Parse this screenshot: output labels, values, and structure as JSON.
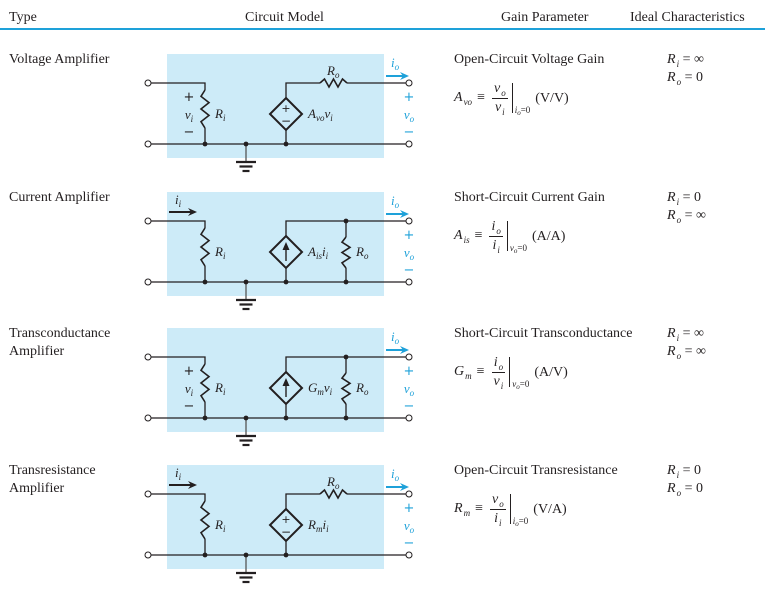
{
  "header": {
    "type": "Type",
    "circuit_model": "Circuit Model",
    "gain_parameter": "Gain Parameter",
    "ideal_characteristics": "Ideal Characteristics"
  },
  "colors": {
    "accent": "#1ea1d9",
    "panel": "#cdebf8",
    "ink": "#231f20"
  },
  "rows": [
    {
      "id": "voltage-amplifier",
      "type_lines": [
        "Voltage Amplifier",
        ""
      ],
      "gain_name": "Open-Circuit Voltage Gain",
      "formula": {
        "lhs": "A",
        "lhs_sub": "vo",
        "equiv": "≡",
        "num": "v",
        "num_sub": "o",
        "den": "v",
        "den_sub": "i",
        "cond": "i",
        "cond_sub": "o",
        "cond_eq": "=0",
        "units": "(V/V)"
      },
      "ideal": [
        {
          "sym": "R",
          "sub": "i",
          "rel": " = ∞"
        },
        {
          "sym": "R",
          "sub": "o",
          "rel": " = 0"
        }
      ],
      "circuit": {
        "input": "voltage",
        "input_label": {
          "plus": "+",
          "var": "v",
          "sub": "i",
          "minus": "−",
          "arrow": false
        },
        "ri": {
          "sym": "R",
          "sub": "i"
        },
        "source": {
          "kind": "voltage",
          "coef": "A",
          "coef_sub": "vo",
          "ctrl": "v",
          "ctrl_sub": "i",
          "plus": "+",
          "minus": "−"
        },
        "ro": {
          "sym": "R",
          "sub": "o",
          "placement": "series"
        },
        "output": {
          "current": "i",
          "current_sub": "o",
          "plus": "+",
          "var": "v",
          "sub": "o",
          "minus": "−"
        }
      }
    },
    {
      "id": "current-amplifier",
      "type_lines": [
        "Current Amplifier",
        ""
      ],
      "gain_name": "Short-Circuit Current Gain",
      "formula": {
        "lhs": "A",
        "lhs_sub": "is",
        "equiv": "≡",
        "num": "i",
        "num_sub": "o",
        "den": "i",
        "den_sub": "i",
        "cond": "v",
        "cond_sub": "o",
        "cond_eq": "=0",
        "units": "(A/A)"
      },
      "ideal": [
        {
          "sym": "R",
          "sub": "i",
          "rel": " = 0"
        },
        {
          "sym": "R",
          "sub": "o",
          "rel": " = ∞"
        }
      ],
      "circuit": {
        "input": "current",
        "input_label": {
          "var": "i",
          "sub": "i",
          "arrow": true
        },
        "ri": {
          "sym": "R",
          "sub": "i"
        },
        "source": {
          "kind": "current",
          "coef": "A",
          "coef_sub": "is",
          "ctrl": "i",
          "ctrl_sub": "i"
        },
        "ro": {
          "sym": "R",
          "sub": "o",
          "placement": "shunt"
        },
        "output": {
          "current": "i",
          "current_sub": "o",
          "plus": "+",
          "var": "v",
          "sub": "o",
          "minus": "−"
        }
      }
    },
    {
      "id": "transconductance-amplifier",
      "type_lines": [
        "Transconductance",
        "Amplifier"
      ],
      "gain_name": "Short-Circuit Transconductance",
      "formula": {
        "lhs": "G",
        "lhs_sub": "m",
        "equiv": "≡",
        "num": "i",
        "num_sub": "o",
        "den": "v",
        "den_sub": "i",
        "cond": "v",
        "cond_sub": "o",
        "cond_eq": "=0",
        "units": "(A/V)"
      },
      "ideal": [
        {
          "sym": "R",
          "sub": "i",
          "rel": " = ∞"
        },
        {
          "sym": "R",
          "sub": "o",
          "rel": " = ∞"
        }
      ],
      "circuit": {
        "input": "voltage",
        "input_label": {
          "plus": "+",
          "var": "v",
          "sub": "i",
          "minus": "−",
          "arrow": false
        },
        "ri": {
          "sym": "R",
          "sub": "i"
        },
        "source": {
          "kind": "current",
          "coef": "G",
          "coef_sub": "m",
          "ctrl": "v",
          "ctrl_sub": "i"
        },
        "ro": {
          "sym": "R",
          "sub": "o",
          "placement": "shunt"
        },
        "output": {
          "current": "i",
          "current_sub": "o",
          "plus": "+",
          "var": "v",
          "sub": "o",
          "minus": "−"
        }
      }
    },
    {
      "id": "transresistance-amplifier",
      "type_lines": [
        "Transresistance",
        "Amplifier"
      ],
      "gain_name": "Open-Circuit Transresistance",
      "formula": {
        "lhs": "R",
        "lhs_sub": "m",
        "equiv": "≡",
        "num": "v",
        "num_sub": "o",
        "den": "i",
        "den_sub": "i",
        "cond": "i",
        "cond_sub": "o",
        "cond_eq": "=0",
        "units": "(V/A)"
      },
      "ideal": [
        {
          "sym": "R",
          "sub": "i",
          "rel": " = 0"
        },
        {
          "sym": "R",
          "sub": "o",
          "rel": " = 0"
        }
      ],
      "circuit": {
        "input": "current",
        "input_label": {
          "var": "i",
          "sub": "i",
          "arrow": true
        },
        "ri": {
          "sym": "R",
          "sub": "i"
        },
        "source": {
          "kind": "voltage",
          "coef": "R",
          "coef_sub": "m",
          "ctrl": "i",
          "ctrl_sub": "i",
          "plus": "+",
          "minus": "−"
        },
        "ro": {
          "sym": "R",
          "sub": "o",
          "placement": "series"
        },
        "output": {
          "current": "i",
          "current_sub": "o",
          "plus": "+",
          "var": "v",
          "sub": "o",
          "minus": "−"
        }
      }
    }
  ]
}
